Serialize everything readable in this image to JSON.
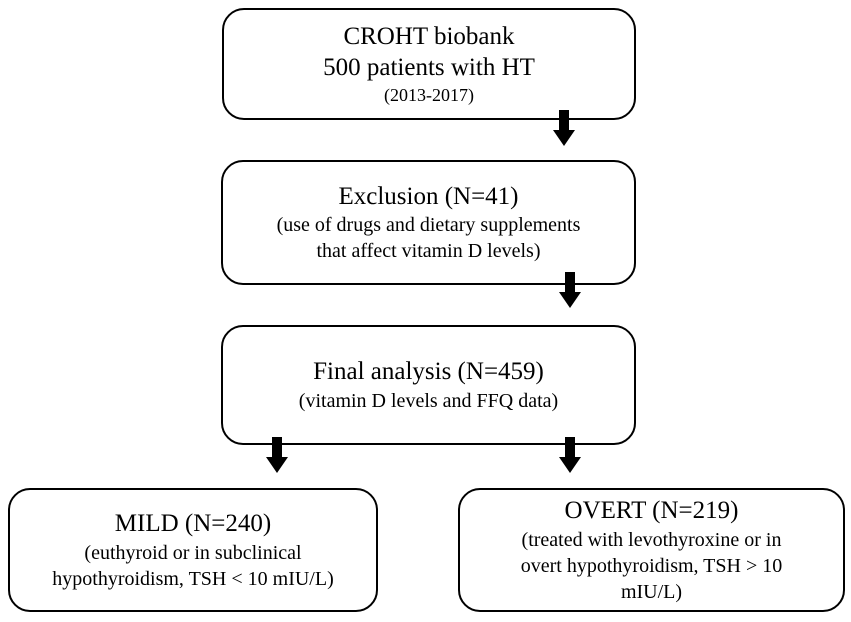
{
  "boxes": {
    "biobank": {
      "title": "CROHT biobank",
      "line2": "500 patients with HT",
      "line3": "(2013-2017)"
    },
    "exclusion": {
      "title": "Exclusion (N=41)",
      "line2": "(use of drugs and dietary supplements",
      "line3": "that affect vitamin D levels)"
    },
    "final": {
      "title": "Final analysis (N=459)",
      "line2": "(vitamin D levels and FFQ data)"
    },
    "mild": {
      "title": "MILD (N=240)",
      "line2": "(euthyroid or in subclinical",
      "line3": "hypothyroidism, TSH < 10 mIU/L)"
    },
    "overt": {
      "title": "OVERT (N=219)",
      "line2": "(treated with levothyroxine or in",
      "line3": "overt hypothyroidism, TSH > 10",
      "line4": "mIU/L)"
    }
  }
}
